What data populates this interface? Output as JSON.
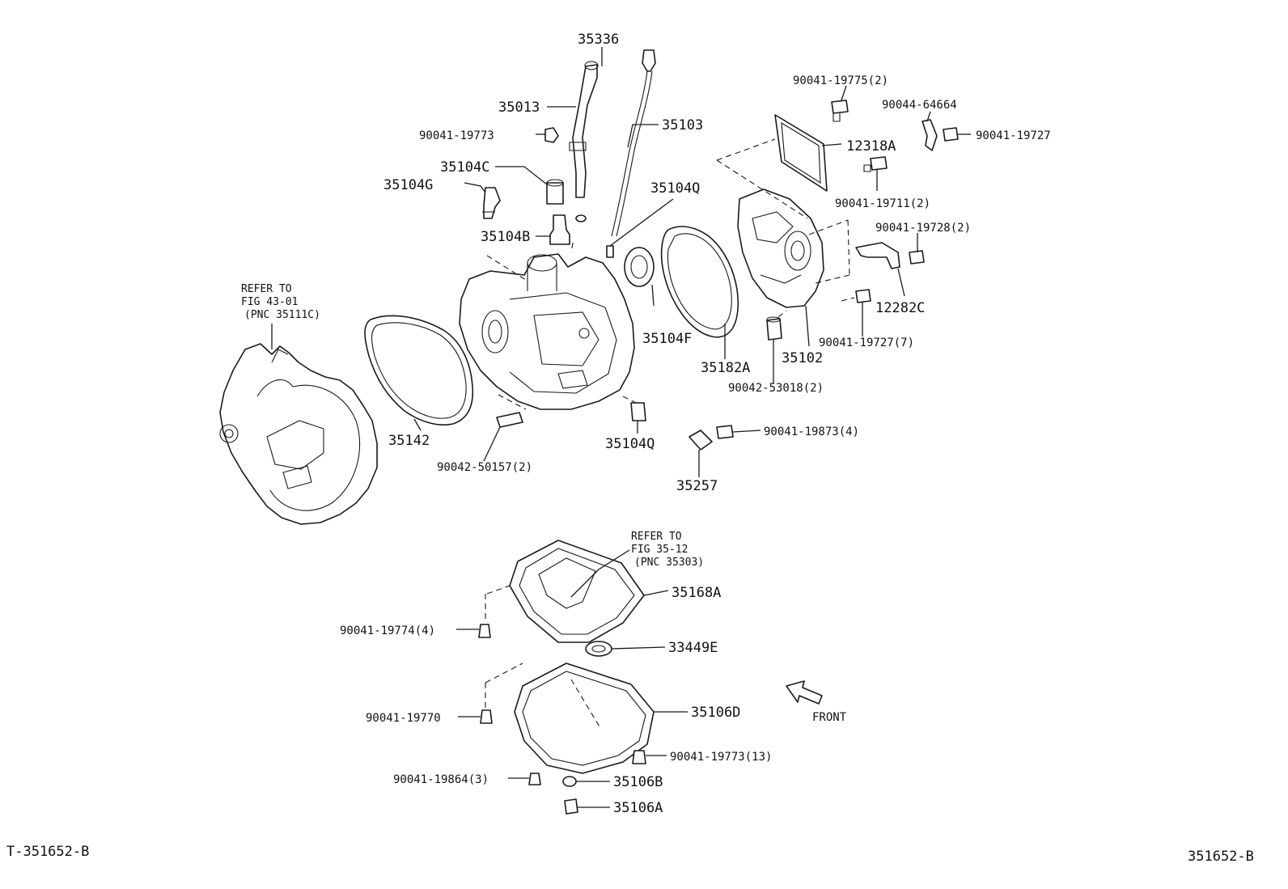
{
  "diagram": {
    "ids": {
      "left": "T-351652-B",
      "right": "351652-B"
    },
    "front_label": "FRONT",
    "refs": [
      {
        "id": "ref-fig-43-01",
        "lines": [
          "REFER TO",
          "FIG 43-01",
          "(PNC 35111C)"
        ]
      },
      {
        "id": "ref-fig-35-12",
        "lines": [
          "REFER TO",
          "FIG 35-12",
          "(PNC 35303)"
        ]
      }
    ],
    "callouts": [
      "35336",
      "35013",
      "90041-19773",
      "35103",
      "35104C",
      "35104G",
      "35104Q",
      "35104B",
      "90041-19775(2)",
      "90044-64664",
      "12318A",
      "90041-19727",
      "90041-19711(2)",
      "90041-19728(2)",
      "12282C",
      "90041-19727(7)",
      "35104F",
      "35182A",
      "35102",
      "90042-53018(2)",
      "35142",
      "90042-50157(2)",
      "35104Q",
      "90041-19873(4)",
      "35257",
      "35168A",
      "90041-19774(4)",
      "33449E",
      "90041-19770",
      "35106D",
      "90041-19773(13)",
      "90041-19864(3)",
      "35106B",
      "35106A"
    ]
  }
}
